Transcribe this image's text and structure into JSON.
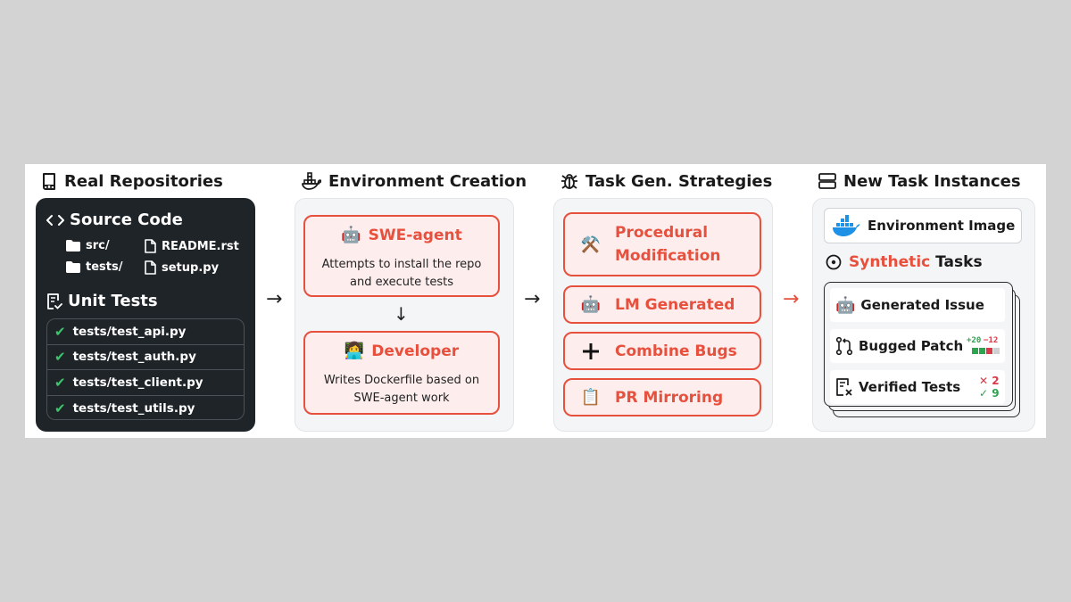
{
  "columns": {
    "repos": {
      "title": "Real Repositories",
      "icon": "repo-icon"
    },
    "env": {
      "title": "Environment Creation",
      "icon": "docker-icon"
    },
    "tasks": {
      "title": "Task Gen. Strategies",
      "icon": "bug-icon"
    },
    "instances": {
      "title": "New Task Instances",
      "icon": "server-icon"
    }
  },
  "repos": {
    "source_code": {
      "label": "Source Code",
      "icon": "code-icon"
    },
    "files": [
      {
        "name": "src/",
        "icon": "folder-icon"
      },
      {
        "name": "README.rst",
        "icon": "file-icon"
      },
      {
        "name": "tests/",
        "icon": "folder-icon"
      },
      {
        "name": "setup.py",
        "icon": "file-icon"
      }
    ],
    "unit_tests": {
      "label": "Unit Tests",
      "icon": "checklist-icon"
    },
    "tests": [
      "tests/test_api.py",
      "tests/test_auth.py",
      "tests/test_client.py",
      "tests/test_utils.py"
    ]
  },
  "env": {
    "swe_agent": {
      "emoji": "🤖",
      "title": "SWE-agent",
      "desc_line1": "Attempts to install the repo",
      "desc_line2": "and execute tests"
    },
    "down_arrow": "↓",
    "developer": {
      "emoji": "👩‍💻",
      "title": "Developer",
      "desc_line1": "Writes Dockerfile based on",
      "desc_line2": "SWE-agent work"
    }
  },
  "strategies": [
    {
      "emoji": "⚒️",
      "line1": "Procedural",
      "line2": "Modification"
    },
    {
      "emoji": "🤖",
      "line1": "LM Generated"
    },
    {
      "emoji": "➕",
      "line1": "Combine Bugs"
    },
    {
      "emoji": "📋",
      "line1": "PR Mirroring"
    }
  ],
  "instances": {
    "env_image": "Environment Image",
    "synthetic_prefix": "Synthetic",
    "synthetic_suffix": " Tasks",
    "items": {
      "issue": {
        "emoji": "🤖",
        "label": "Generated Issue"
      },
      "patch": {
        "label": "Bugged Patch",
        "plus": "+20",
        "minus": "−12"
      },
      "tests": {
        "label": "Verified Tests",
        "fail": "✕ 2",
        "pass": "✓ 9"
      }
    }
  },
  "arrows": [
    "→",
    "→",
    "→"
  ],
  "colors": {
    "accent": "#e8503e",
    "dark": "#1f2428",
    "check": "#3ec46d"
  }
}
